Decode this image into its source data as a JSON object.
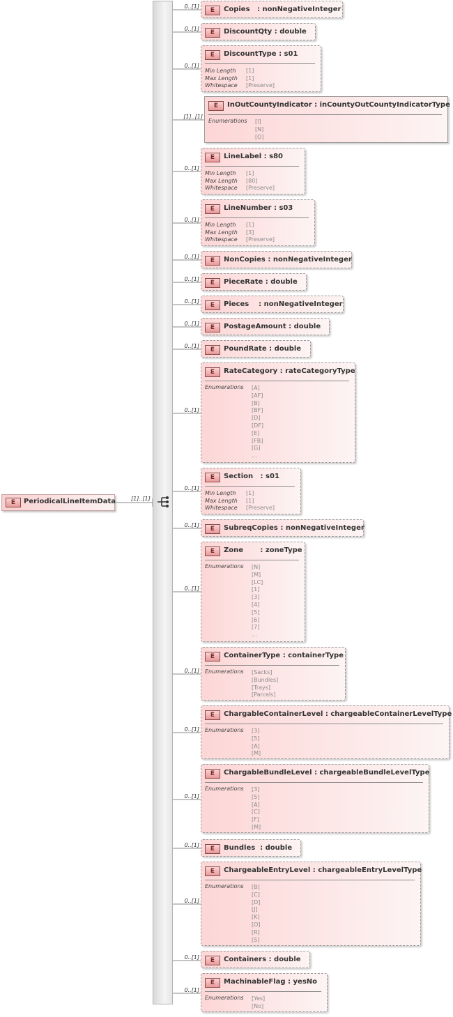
{
  "root": {
    "badge": "E",
    "name": "PeriodicalLineItemData",
    "cardinality": "[1]..[1]"
  },
  "elements": [
    {
      "name": "Copies   : nonNegativeInteger",
      "card": "0..[1]"
    },
    {
      "name": "DiscountQty : double",
      "card": "0..[1]"
    },
    {
      "name": "DiscountType : s01",
      "card": "0..[1]",
      "facets": [
        [
          "Min Length",
          "[1]"
        ],
        [
          "Max Length",
          "[1]"
        ],
        [
          "Whitespace",
          "[Preserve]"
        ]
      ]
    },
    {
      "name": "InOutCountyIndicator : inCountyOutCountyIndicatorType",
      "card": "[1]..[1]",
      "enum_label": "Enumerations",
      "enums": [
        "[I]",
        "[N]",
        "[O]"
      ]
    },
    {
      "name": "LineLabel : s80",
      "card": "0..[1]",
      "facets": [
        [
          "Min Length",
          "[1]"
        ],
        [
          "Max Length",
          "[80]"
        ],
        [
          "Whitespace",
          "[Preserve]"
        ]
      ]
    },
    {
      "name": "LineNumber : s03",
      "card": "0..[1]",
      "facets": [
        [
          "Min Length",
          "[1]"
        ],
        [
          "Max Length",
          "[3]"
        ],
        [
          "Whitespace",
          "[Preserve]"
        ]
      ]
    },
    {
      "name": "NonCopies : nonNegativeInteger",
      "card": "0..[1]"
    },
    {
      "name": "PieceRate : double",
      "card": "0..[1]"
    },
    {
      "name": "Pieces    : nonNegativeInteger",
      "card": "0..[1]"
    },
    {
      "name": "PostageAmount : double",
      "card": "0..[1]"
    },
    {
      "name": "PoundRate : double",
      "card": "0..[1]"
    },
    {
      "name": "RateCategory : rateCategoryType",
      "card": "0..[1]",
      "enum_label": "Enumerations",
      "enums": [
        "[A]",
        "[AF]",
        "[B]",
        "[BF]",
        "[D]",
        "[DF]",
        "[E]",
        "[FB]",
        "[G]",
        "..."
      ]
    },
    {
      "name": "Section   : s01",
      "card": "0..[1]",
      "facets": [
        [
          "Min Length",
          "[1]"
        ],
        [
          "Max Length",
          "[1]"
        ],
        [
          "Whitespace",
          "[Preserve]"
        ]
      ]
    },
    {
      "name": "SubreqCopies : nonNegativeInteger",
      "card": "0..[1]"
    },
    {
      "name": "Zone       : zoneType",
      "card": "0..[1]",
      "enum_label": "Enumerations",
      "enums": [
        "[N]",
        "[M]",
        "[LC]",
        "[1]",
        "[3]",
        "[4]",
        "[5]",
        "[6]",
        "[7]",
        "..."
      ]
    },
    {
      "name": "ContainerType : containerType",
      "card": "0..[1]",
      "enum_label": "Enumerations",
      "enums": [
        "[Sacks]",
        "[Bundles]",
        "[Trays]",
        "[Parcels]"
      ]
    },
    {
      "name": "ChargableContainerLevel : chargeableContainerLevelType",
      "card": "0..[1]",
      "enum_label": "Enumerations",
      "enums": [
        "[3]",
        "[5]",
        "[A]",
        "[M]"
      ]
    },
    {
      "name": "ChargableBundleLevel : chargeableBundleLevelType",
      "card": "0..[1]",
      "enum_label": "Enumerations",
      "enums": [
        "[3]",
        "[5]",
        "[A]",
        "[C]",
        "[F]",
        "[M]"
      ]
    },
    {
      "name": "Bundles  : double",
      "card": "0..[1]"
    },
    {
      "name": "ChargeableEntryLevel : chargeableEntryLevelType",
      "card": "0..[1]",
      "enum_label": "Enumerations",
      "enums": [
        "[B]",
        "[C]",
        "[D]",
        "[J]",
        "[K]",
        "[O]",
        "[R]",
        "[S]"
      ]
    },
    {
      "name": "Containers : double",
      "card": "0..[1]"
    },
    {
      "name": "MachinableFlag : yesNo",
      "card": "0..[1]",
      "enum_label": "Enumerations",
      "enums": [
        "[Yes]",
        "[No]"
      ]
    }
  ],
  "badge_label": "E",
  "colors": {
    "element_fill_start": "#fdd6d6",
    "element_fill_end": "#fdf4f4",
    "badge_border": "#8a4a4a",
    "connector": "#8a8a8a"
  }
}
